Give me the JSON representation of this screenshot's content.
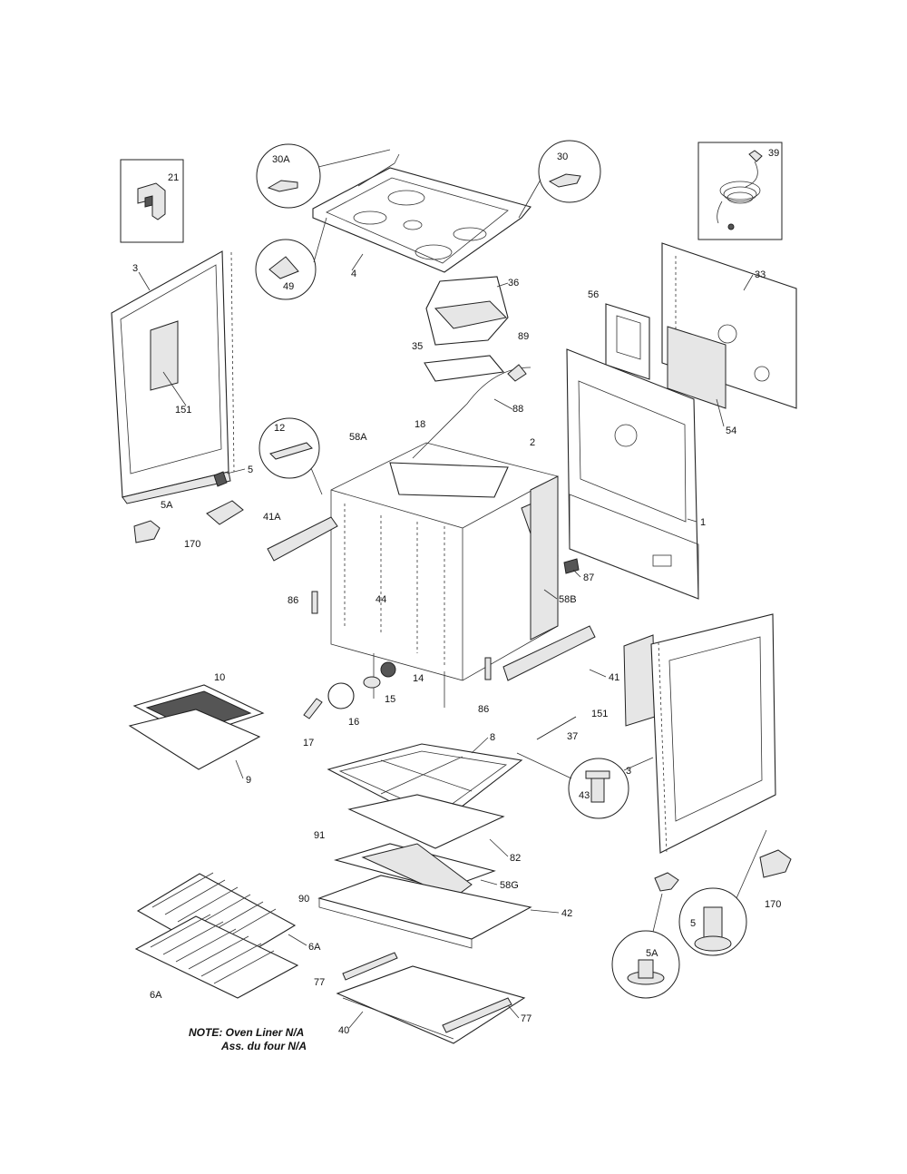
{
  "note": {
    "line1": "NOTE: Oven Liner N/A",
    "line2": "Ass. du four N/A"
  },
  "labels": {
    "l21": "21",
    "l30A": "30A",
    "l30": "30",
    "l39": "39",
    "l49": "49",
    "l4": "4",
    "l36": "36",
    "l33": "33",
    "l56": "56",
    "l3a": "3",
    "l151a": "151",
    "l35": "35",
    "l89": "89",
    "l88": "88",
    "l54": "54",
    "l12": "12",
    "l18": "18",
    "l58A": "58A",
    "l2": "2",
    "l5a": "5",
    "l1": "1",
    "l5Aa": "5A",
    "l170a": "170",
    "l41A": "41A",
    "l87": "87",
    "l86a": "86",
    "l44": "44",
    "l58B": "58B",
    "l10": "10",
    "l14": "14",
    "l41": "41",
    "l15": "15",
    "l16": "16",
    "l86b": "86",
    "l151b": "151",
    "l17": "17",
    "l37": "37",
    "l9": "9",
    "l8": "8",
    "l3b": "3",
    "l43": "43",
    "l82": "82",
    "l91": "91",
    "l58G": "58G",
    "l90": "90",
    "l42": "42",
    "l170b": "170",
    "l5b": "5",
    "l6Aa": "6A",
    "l5Ab": "5A",
    "l77a": "77",
    "l6Ab": "6A",
    "l40": "40",
    "l77b": "77"
  }
}
